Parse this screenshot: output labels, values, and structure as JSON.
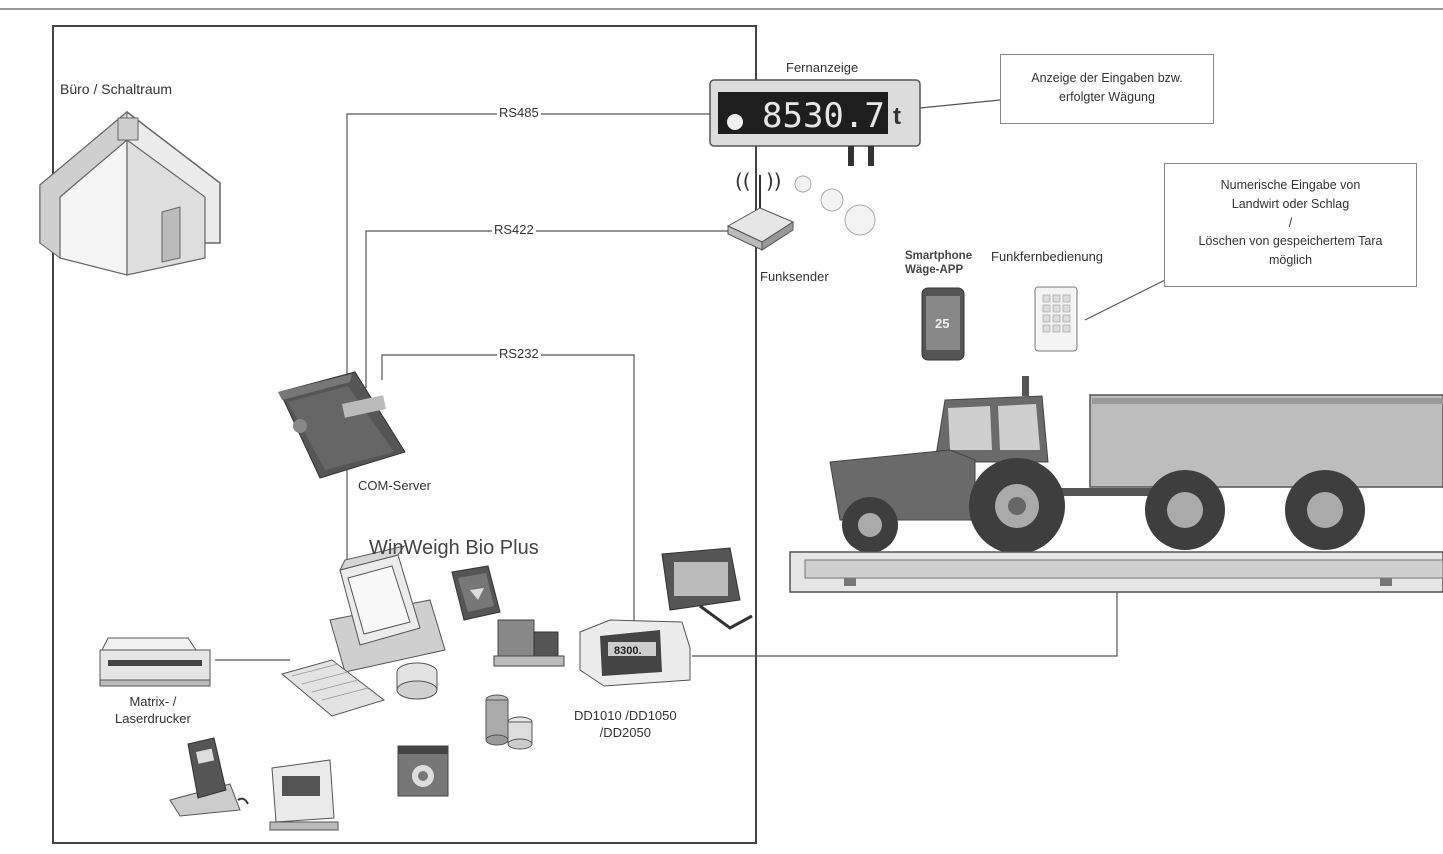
{
  "labels": {
    "office": "Büro / Schaltraum",
    "remote_display": "Fernanzeige",
    "display_value": "8530.7",
    "display_unit": "t",
    "radio_transmitter": "Funksender",
    "com_server": "COM-Server",
    "software": "WinWeigh Bio Plus",
    "printer": "Matrix- /\nLaserdrucker",
    "indicator_models": "DD1010 /DD1050\n/DD2050",
    "smartphone": "Smartphone\nWäge-APP",
    "remote_control": "Funkfernbedienung",
    "phone_screen": "25",
    "indicator_screen": "8300."
  },
  "connections": [
    "RS485",
    "RS422",
    "RS232"
  ],
  "callouts": {
    "display_note": "Anzeige der Eingaben bzw.\nerfolgter Wägung",
    "input_note": "Numerische Eingabe von\nLandwirt oder Schlag\n/\nLöschen von gespeichertem  Tara\nmöglich"
  }
}
